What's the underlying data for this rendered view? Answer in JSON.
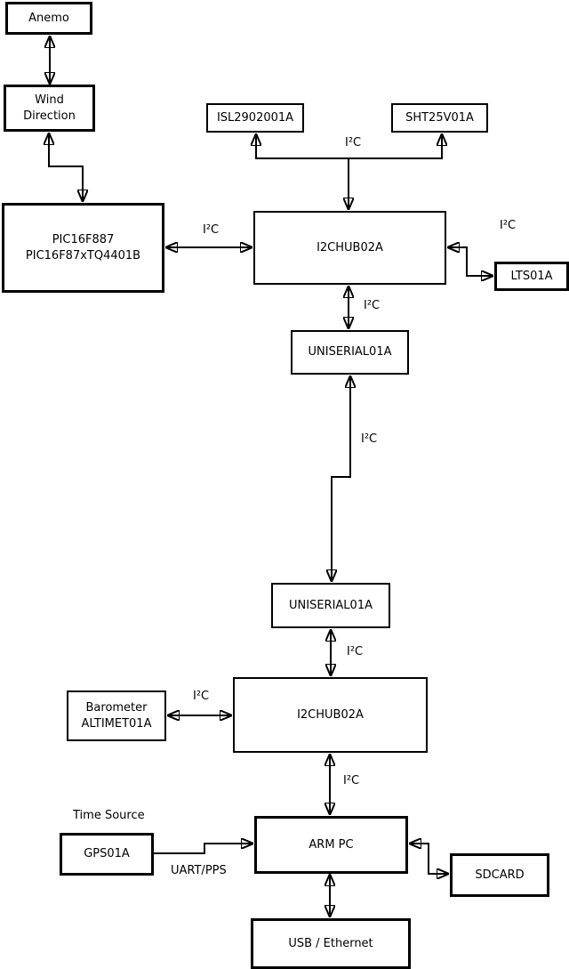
{
  "diagram": {
    "title": "weather-station-hardware-block-diagram",
    "nodes": {
      "anemo": {
        "lines": [
          "Anemo"
        ]
      },
      "wind_direction": {
        "lines": [
          "Wind",
          "Direction"
        ]
      },
      "pic": {
        "lines": [
          "PIC16F887",
          "PIC16F87xTQ4401B"
        ]
      },
      "isl": {
        "lines": [
          "ISL2902001A"
        ]
      },
      "sht": {
        "lines": [
          "SHT25V01A"
        ]
      },
      "i2c_hub_top": {
        "lines": [
          "I2CHUB02A"
        ]
      },
      "lts": {
        "lines": [
          "LTS01A"
        ]
      },
      "uniserial_top": {
        "lines": [
          "UNISERIAL01A"
        ]
      },
      "uniserial_bottom": {
        "lines": [
          "UNISERIAL01A"
        ]
      },
      "i2c_hub_bottom": {
        "lines": [
          "I2CHUB02A"
        ]
      },
      "barometer": {
        "lines": [
          "Barometer",
          "ALTIMET01A"
        ]
      },
      "gps": {
        "lines": [
          "GPS01A"
        ]
      },
      "arm_pc": {
        "lines": [
          "ARM PC"
        ]
      },
      "sdcard": {
        "lines": [
          "SDCARD"
        ]
      },
      "usb_ethernet": {
        "lines": [
          "USB / Ethernet"
        ]
      }
    },
    "edge_labels": {
      "i2c": "I²C",
      "uart_pps": "UART/PPS",
      "time_source": "Time Source"
    },
    "colors": {
      "line": "#000000",
      "box_fill": "#ffffff",
      "background": "#ffffff",
      "text": "#000000"
    }
  }
}
